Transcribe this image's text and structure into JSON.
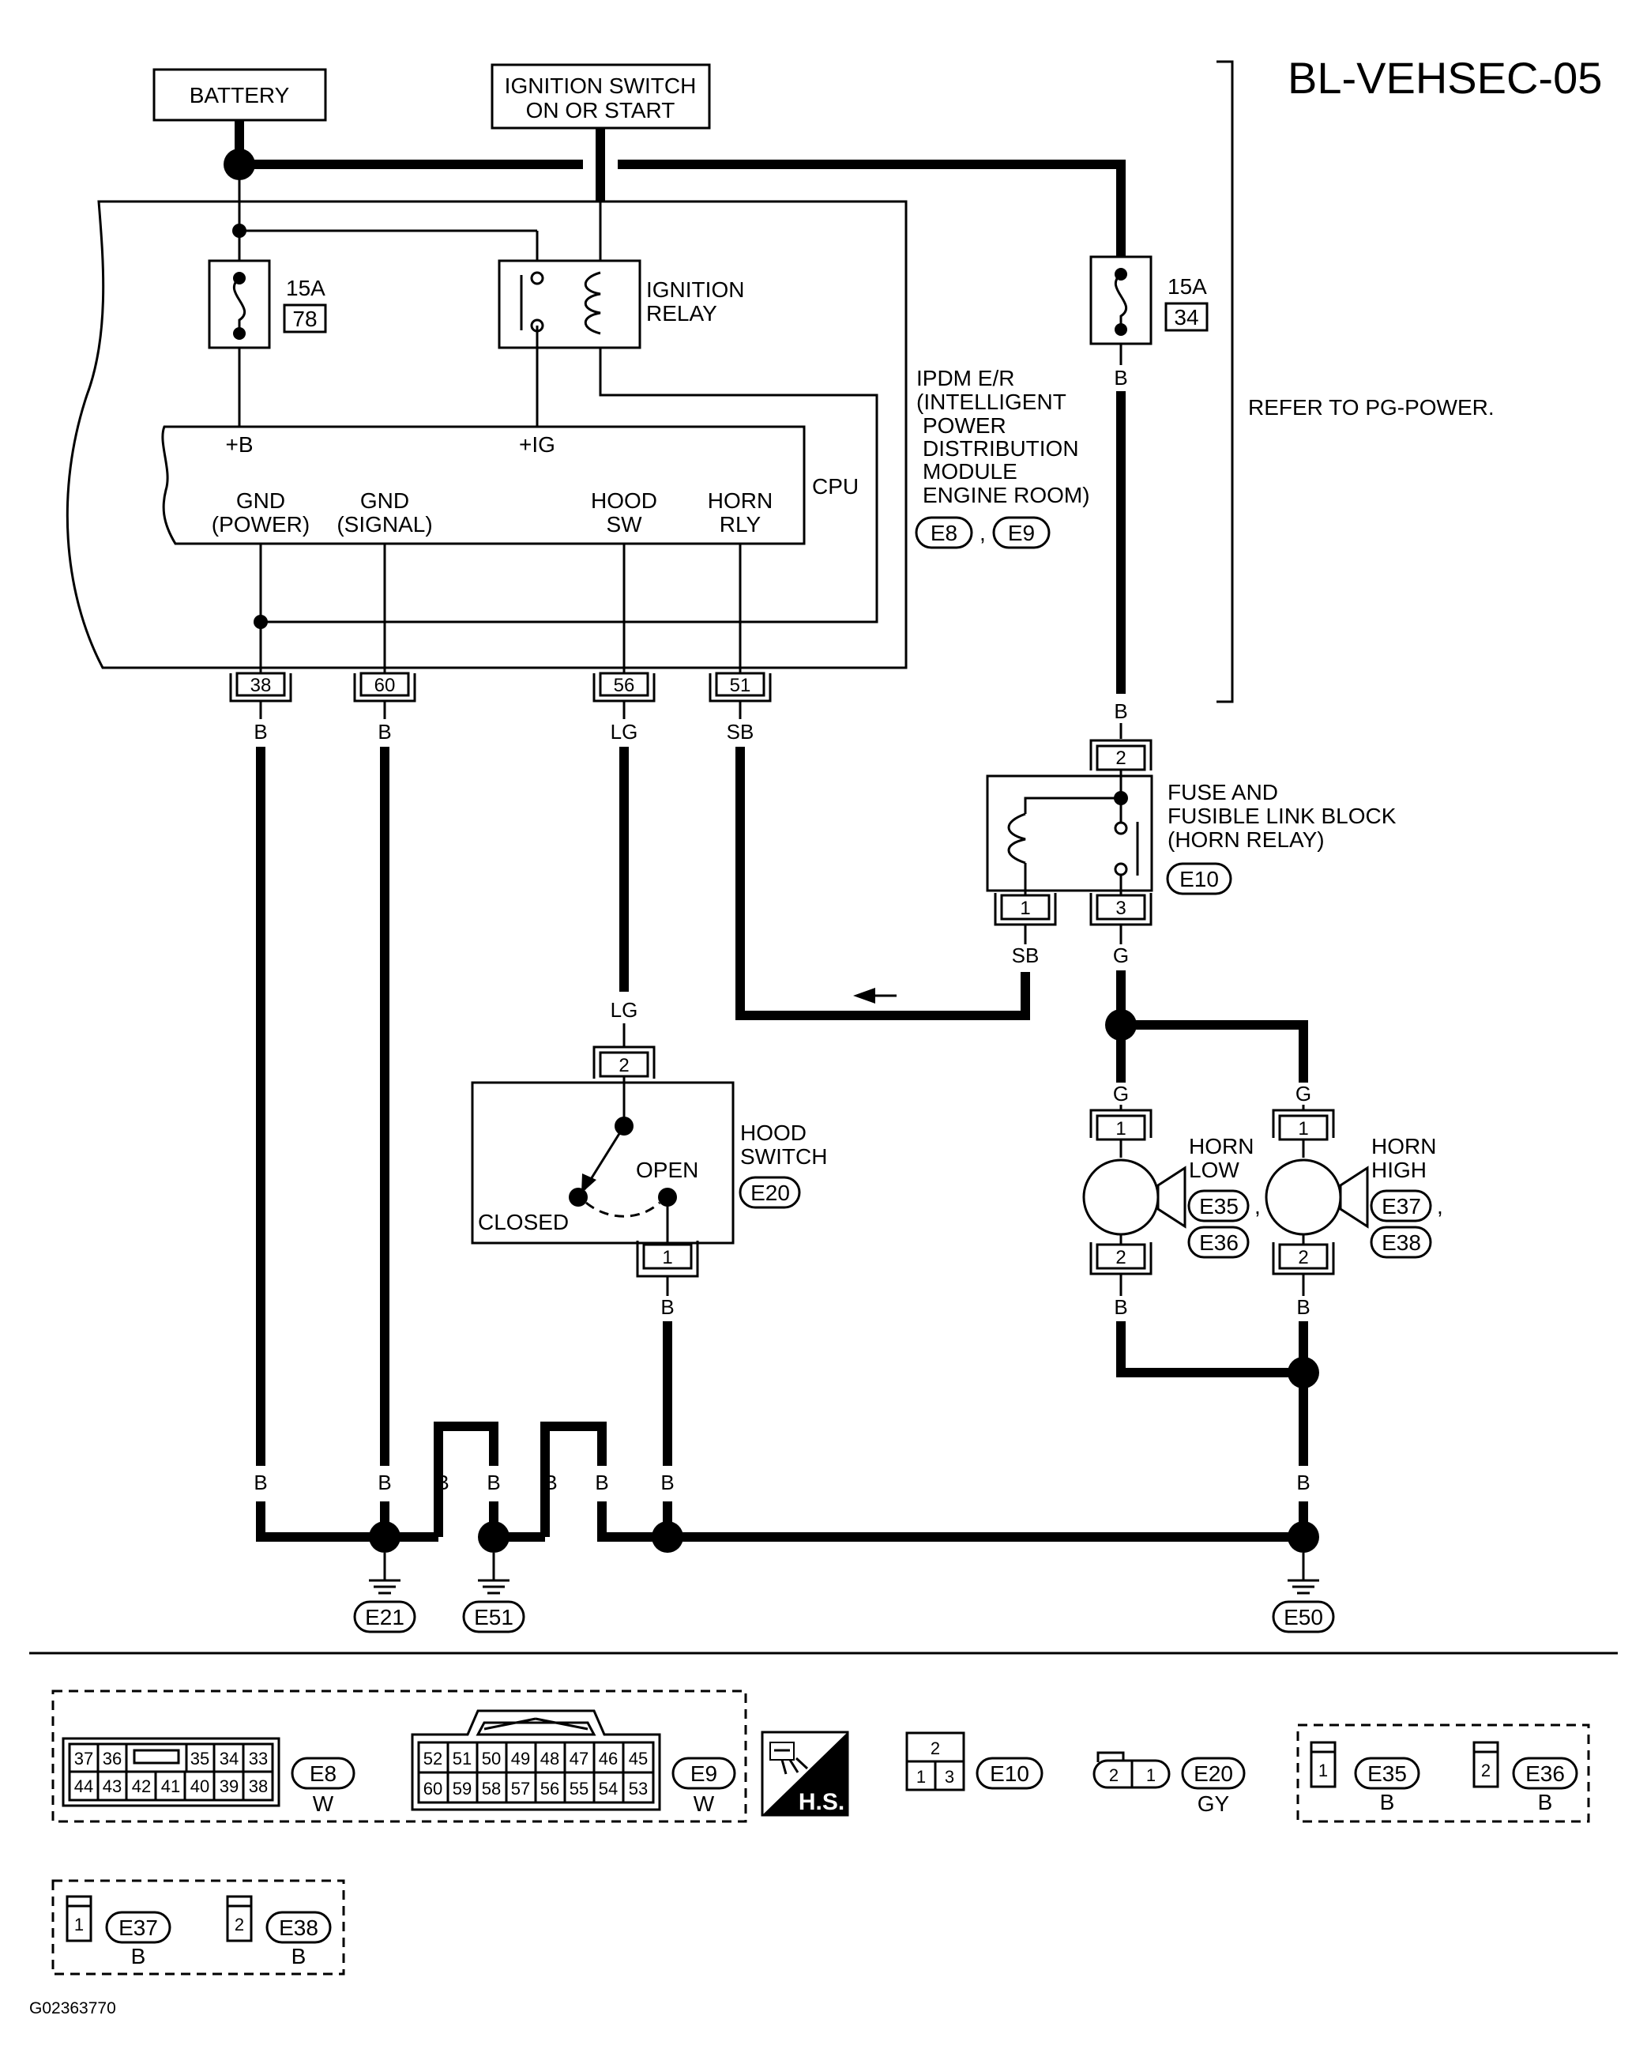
{
  "diagram_id": "BL-VEHSEC-05",
  "figure_id": "G02363770",
  "sources": {
    "battery": "BATTERY",
    "ignition_line1": "IGNITION SWITCH",
    "ignition_line2": "ON OR START"
  },
  "ipdm": {
    "fuse1_amp": "15A",
    "fuse1_num": "78",
    "relay_line1": "IGNITION",
    "relay_line2": "RELAY",
    "pin_b": "+B",
    "pin_ig": "+IG",
    "cpu": "CPU",
    "gnd_power_1": "GND",
    "gnd_power_2": "(POWER)",
    "gnd_signal_1": "GND",
    "gnd_signal_2": "(SIGNAL)",
    "hood_sw_1": "HOOD",
    "hood_sw_2": "SW",
    "horn_rly_1": "HORN",
    "horn_rly_2": "RLY",
    "name_lines": [
      "IPDM E/R",
      "(INTELLIGENT",
      "POWER",
      "DISTRIBUTION",
      "MODULE",
      "ENGINE ROOM)"
    ],
    "conn_a": "E8",
    "conn_sep": ",",
    "conn_b": "E9",
    "terminals": [
      "38",
      "60",
      "56",
      "51"
    ]
  },
  "fuse2": {
    "amp": "15A",
    "num": "34"
  },
  "refer": "REFER TO PG-POWER.",
  "horn_relay": {
    "lines": [
      "FUSE AND",
      "FUSIBLE LINK BLOCK",
      "(HORN RELAY)"
    ],
    "conn": "E10",
    "pin_top": "2",
    "pin_left": "1",
    "pin_right": "3"
  },
  "hood_switch": {
    "line1": "HOOD",
    "line2": "SWITCH",
    "conn": "E20",
    "open": "OPEN",
    "closed": "CLOSED",
    "pin_top": "2",
    "pin_bottom": "1"
  },
  "horn_low": {
    "line1": "HORN",
    "line2": "LOW",
    "conn_a": "E35",
    "conn_b": "E36",
    "pin_top": "1",
    "pin_bottom": "2",
    "comma": ","
  },
  "horn_high": {
    "line1": "HORN",
    "line2": "HIGH",
    "conn_a": "E37",
    "conn_b": "E38",
    "pin_top": "1",
    "pin_bottom": "2",
    "comma": ","
  },
  "wire_colors": {
    "B": "B",
    "LG": "LG",
    "SB": "SB",
    "G": "G"
  },
  "grounds": [
    "E21",
    "E51",
    "E50"
  ],
  "connectors_legend": {
    "e8": {
      "id": "E8",
      "color": "W",
      "row1": [
        "37",
        "36",
        "",
        "35",
        "34",
        "33"
      ],
      "row2": [
        "44",
        "43",
        "42",
        "41",
        "40",
        "39",
        "38"
      ]
    },
    "e9": {
      "id": "E9",
      "color": "W",
      "row1": [
        "52",
        "51",
        "50",
        "49",
        "48",
        "47",
        "46",
        "45"
      ],
      "row2": [
        "60",
        "59",
        "58",
        "57",
        "56",
        "55",
        "54",
        "53"
      ]
    },
    "hs": "H.S.",
    "e10": {
      "id": "E10",
      "top": "2",
      "bl": "1",
      "br": "3"
    },
    "e20": {
      "id": "E20",
      "color": "GY",
      "left": "2",
      "right": "1"
    },
    "e35": {
      "id": "E35",
      "color": "B",
      "pin": "1"
    },
    "e36": {
      "id": "E36",
      "color": "B",
      "pin": "2"
    },
    "e37": {
      "id": "E37",
      "color": "B",
      "pin": "1"
    },
    "e38": {
      "id": "E38",
      "color": "B",
      "pin": "2"
    }
  }
}
